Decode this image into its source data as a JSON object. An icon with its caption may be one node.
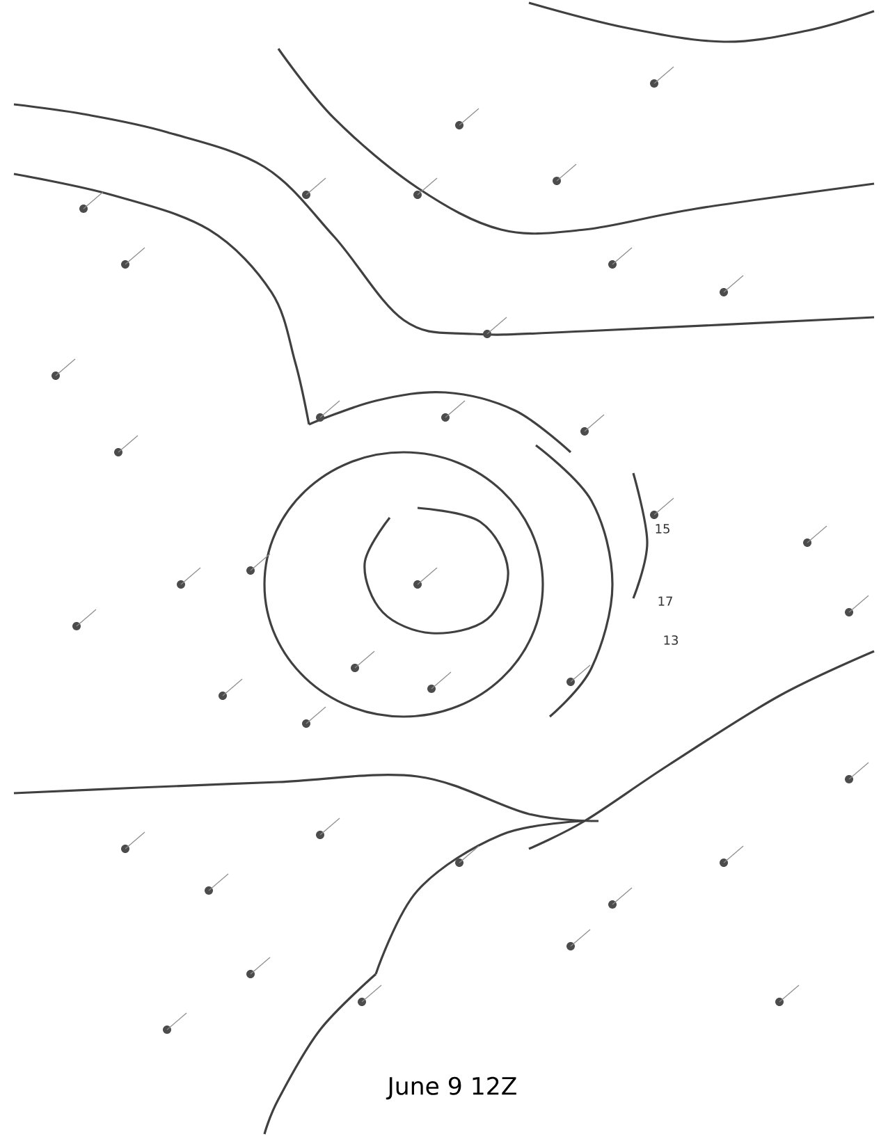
{
  "diagram": {
    "title": "June 9 12Z",
    "labels": [
      "15",
      "17",
      "13"
    ]
  }
}
